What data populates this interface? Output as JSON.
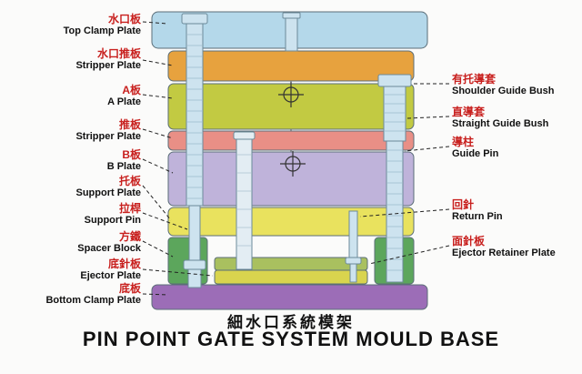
{
  "title": {
    "chinese": "細水口系統模架",
    "english": "PIN POINT GATE SYSTEM MOULD BASE"
  },
  "left_labels": [
    {
      "cn": "水口板",
      "en": "Top Clamp Plate"
    },
    {
      "cn": "水口推板",
      "en": "Stripper Plate"
    },
    {
      "cn": "A板",
      "en": "A Plate"
    },
    {
      "cn": "推板",
      "en": "Stripper Plate"
    },
    {
      "cn": "B板",
      "en": "B Plate"
    },
    {
      "cn": "托板",
      "en": "Support Plate"
    },
    {
      "cn": "拉桿",
      "en": "Support Pin"
    },
    {
      "cn": "方鐵",
      "en": "Spacer Block"
    },
    {
      "cn": "底針板",
      "en": "Ejector Plate"
    },
    {
      "cn": "底板",
      "en": "Bottom Clamp Plate"
    }
  ],
  "right_labels": [
    {
      "cn": "有托導套",
      "en": "Shoulder Guide Bush"
    },
    {
      "cn": "直導套",
      "en": "Straight Guide Bush"
    },
    {
      "cn": "導柱",
      "en": "Guide Pin"
    },
    {
      "cn": "回針",
      "en": "Return Pin"
    },
    {
      "cn": "面針板",
      "en": "Ejector Retainer Plate"
    }
  ],
  "colors": {
    "label_chinese": "#c8201e",
    "label_english": "#111111",
    "top_clamp_plate": "#b4d8ea",
    "stripper_plate_top": "#e7a23e",
    "a_plate": "#c2ca42",
    "stripper_plate": "#e98f86",
    "b_plate": "#bfb3da",
    "support_plate": "#e9e25e",
    "spacer_block": "#5ca65c",
    "ejector_retainer_plate": "#a9c05f",
    "ejector_plate": "#d9d44e",
    "bottom_clamp_plate": "#9c6db7",
    "pin_fill": "#cde3ef",
    "pin_fill_light": "#e3edf3"
  }
}
